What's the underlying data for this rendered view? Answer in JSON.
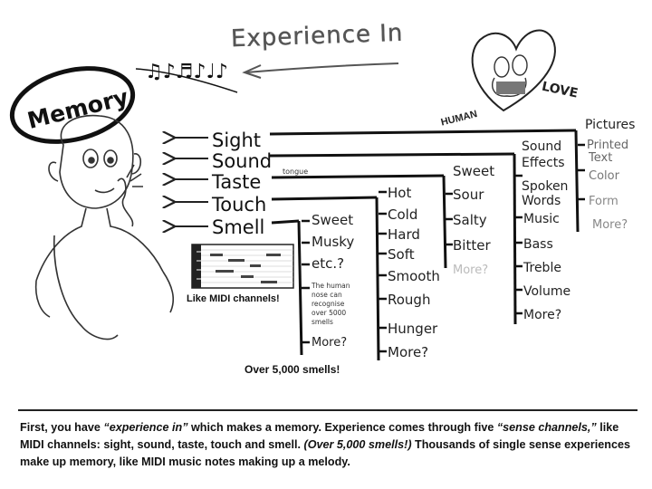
{
  "title": "Experience In",
  "memory_label": "Memory",
  "heart": {
    "left_label": "HUMAN",
    "right_label": "LOVE"
  },
  "channels": [
    "Sight",
    "Sound",
    "Taste",
    "Touch",
    "Smell"
  ],
  "taste_note": "tongue",
  "branches": {
    "smell": [
      "Sweet",
      "Musky",
      "etc.?",
      "The human",
      "nose can",
      "recognise",
      "over 5000",
      "smells",
      "More?"
    ],
    "touch": [
      "Hot",
      "Cold",
      "Hard",
      "Soft",
      "Smooth",
      "Rough",
      "Hunger",
      "More?"
    ],
    "taste": [
      "Sweet",
      "Sour",
      "Salty",
      "Bitter",
      "More?"
    ],
    "sound": [
      "Sound",
      "Effects",
      "Spoken",
      "Words",
      "Music",
      "Bass",
      "Treble",
      "Volume",
      "More?"
    ],
    "sight": [
      "Pictures",
      "Printed",
      "Text",
      "Color",
      "Form",
      "More?"
    ]
  },
  "midi_label": "Like MIDI channels!",
  "smells_label": "Over 5,000 smells!",
  "caption": {
    "p1": "First, you have ",
    "q1": "“experience in”",
    "p2": " which makes a memory.  Experience comes through five ",
    "q2": "“sense channels,”",
    "p3": " like MIDI channels: sight, sound, taste, touch and smell.  ",
    "q3": "(Over 5,000 smells!)",
    "p4": " Thousands of single sense experiences make up memory, like MIDI music notes making up a melody."
  }
}
